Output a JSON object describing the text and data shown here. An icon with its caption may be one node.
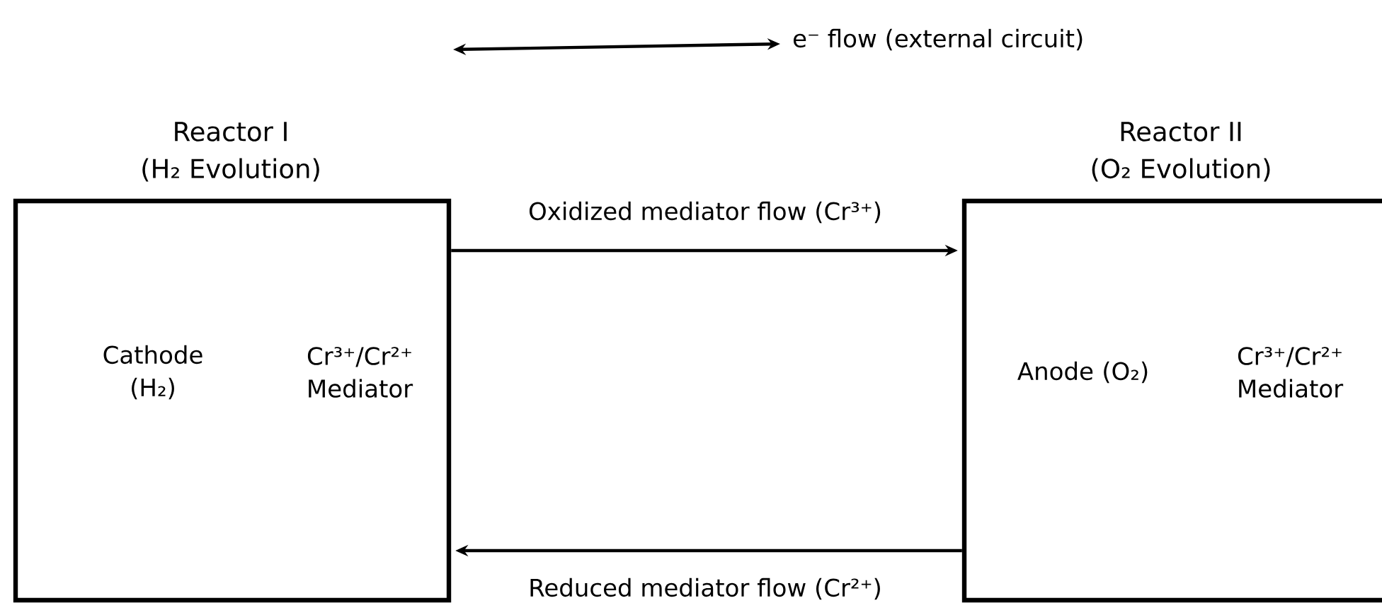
{
  "diagram": {
    "nodes": [
      {
        "text": [
          "Reactor I",
          "(H₂ Evolution)",
          "Cathode (H₂)",
          "Cr³⁺/Cr²⁺ Mediator"
        ]
      },
      {
        "text": [
          "Reactor II",
          "(O₂ Evolution)",
          "Anode (O₂)",
          "Cr³⁺/Cr²⁺ Mediator"
        ]
      }
    ],
    "edges": [
      {
        "from": 0,
        "to": 1,
        "arrow": "to",
        "label": "Oxidized mediator flow (Cr³⁺)"
      },
      {
        "from": 1,
        "to": 0,
        "arrow": "to",
        "label": "Reduced mediator flow (Cr²⁺)"
      }
    ],
    "legend": [
      {
        "text": "e⁻ flow (external circuit)"
      }
    ]
  }
}
